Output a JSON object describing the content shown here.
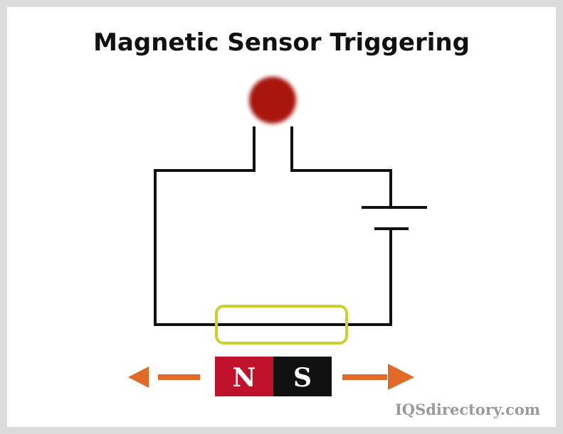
{
  "title": "Magnetic Sensor Triggering",
  "magnet": {
    "north_label": "N",
    "south_label": "S"
  },
  "watermark": "IQSdirectory.com",
  "colors": {
    "led": "#a8120f",
    "reed_switch": "#c9d22b",
    "north": "#c1122b",
    "south": "#111111",
    "arrows": "#e06a26",
    "wire": "#111111"
  }
}
